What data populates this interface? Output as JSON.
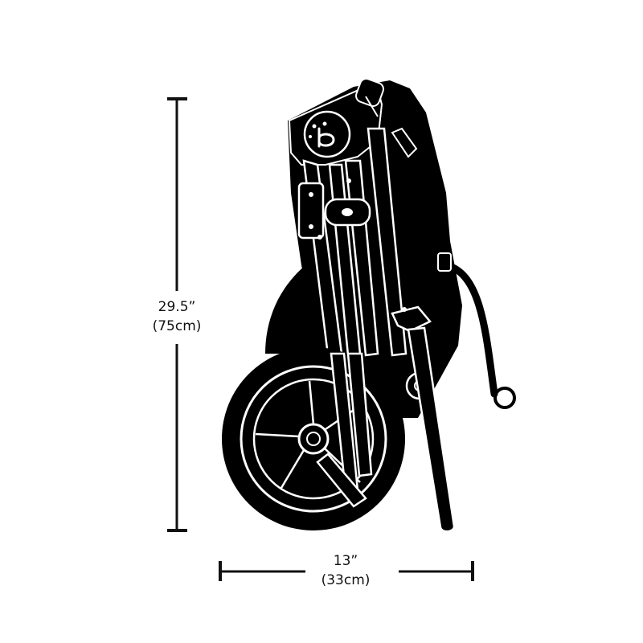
{
  "dimensions": {
    "height": {
      "imperial": "29.5”",
      "metric": "(75cm)"
    },
    "width": {
      "imperial": "13”",
      "metric": "(33cm)"
    }
  },
  "colors": {
    "ink": "#111111",
    "silhouette": "#000000",
    "outline": "#ffffff",
    "background": "#ffffff"
  },
  "icons": {
    "brand_logo": "bumbleride-bee-logo"
  }
}
